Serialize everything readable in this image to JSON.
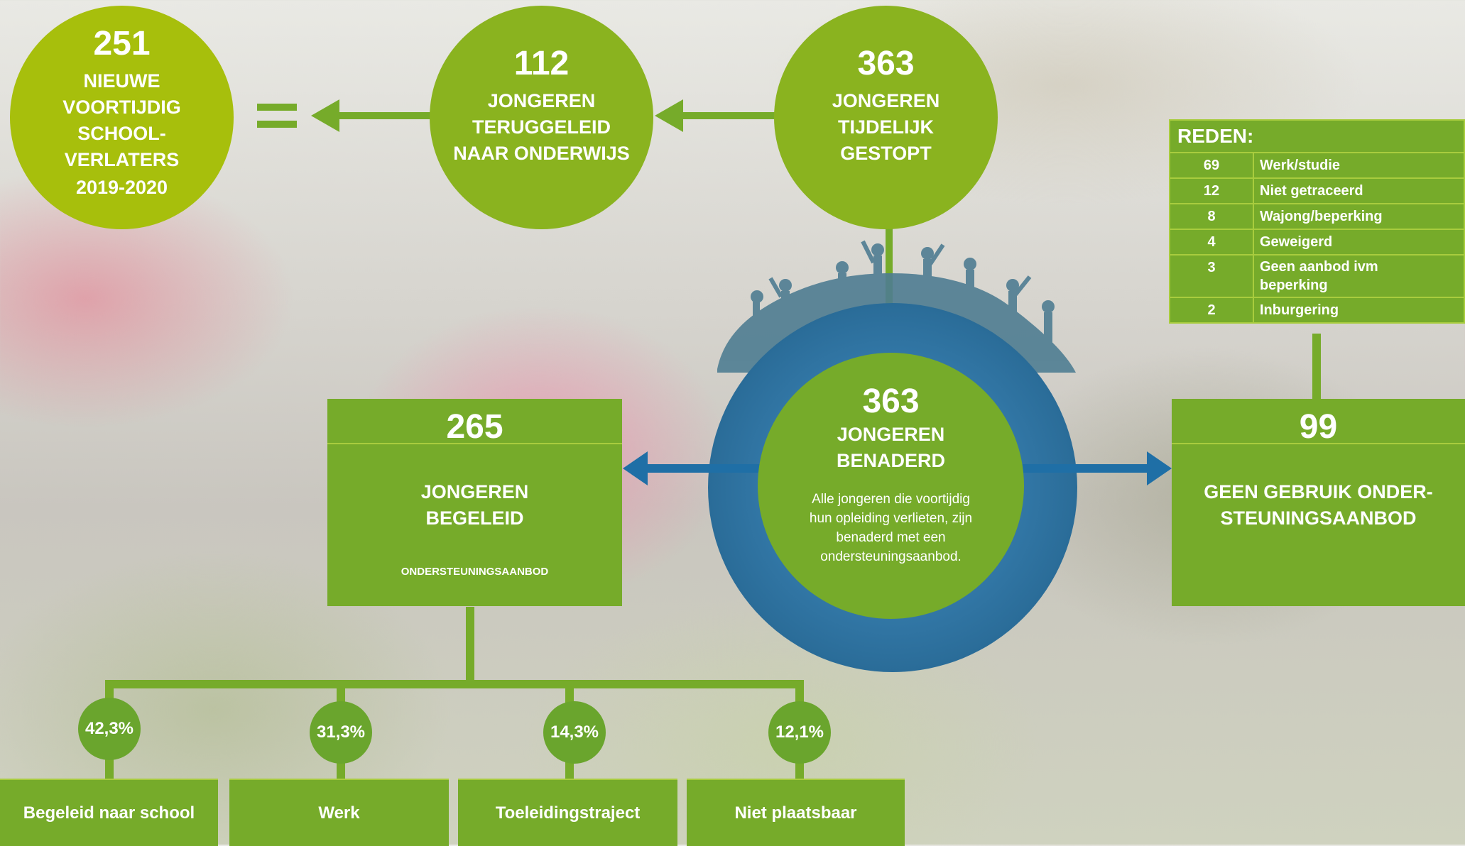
{
  "top": {
    "c1": {
      "number": "251",
      "lines": [
        "NIEUWE",
        "VOORTIJDIG",
        "SCHOOL-",
        "VERLATERS",
        "2019-2020"
      ]
    },
    "c2": {
      "number": "112",
      "lines": [
        "JONGEREN",
        "TERUGGELEID",
        "NAAR ONDERWIJS"
      ]
    },
    "c3": {
      "number": "363",
      "lines": [
        "JONGEREN",
        "TIJDELIJK",
        "GESTOPT"
      ]
    },
    "equals": "="
  },
  "center": {
    "number": "363",
    "lines": [
      "JONGEREN",
      "BENADERD"
    ],
    "description": [
      "Alle jongeren die voortijdig",
      "hun opleiding verlieten, zijn",
      "benaderd met een",
      "ondersteuningsaanbod."
    ]
  },
  "left_box": {
    "number": "265",
    "lines": [
      "JONGEREN",
      "BEGELEID"
    ],
    "sub": "ONDERSTEUNINGSAANBOD"
  },
  "right_box": {
    "number": "99",
    "lines": [
      "GEEN GEBRUIK ONDER-",
      "STEUNINGSAANBOD"
    ]
  },
  "reasons": {
    "title": "REDEN:",
    "rows": [
      {
        "count": "69",
        "label": "Werk/studie"
      },
      {
        "count": "12",
        "label": "Niet getraceerd"
      },
      {
        "count": "8",
        "label": "Wajong/beperking"
      },
      {
        "count": "4",
        "label": "Geweigerd"
      },
      {
        "count": "3",
        "label": "Geen aanbod ivm beperking"
      },
      {
        "count": "2",
        "label": "Inburgering"
      }
    ]
  },
  "outcomes": [
    {
      "pct": "42,3%",
      "label": "Begeleid naar school"
    },
    {
      "pct": "31,3%",
      "label": "Werk"
    },
    {
      "pct": "14,3%",
      "label": "Toeleidingstraject"
    },
    {
      "pct": "12,1%",
      "label": "Niet plaatsbaar"
    }
  ],
  "colors": {
    "green": "#76ab2a",
    "lime": "#a7bf0c",
    "blue": "#1f6fa6"
  }
}
